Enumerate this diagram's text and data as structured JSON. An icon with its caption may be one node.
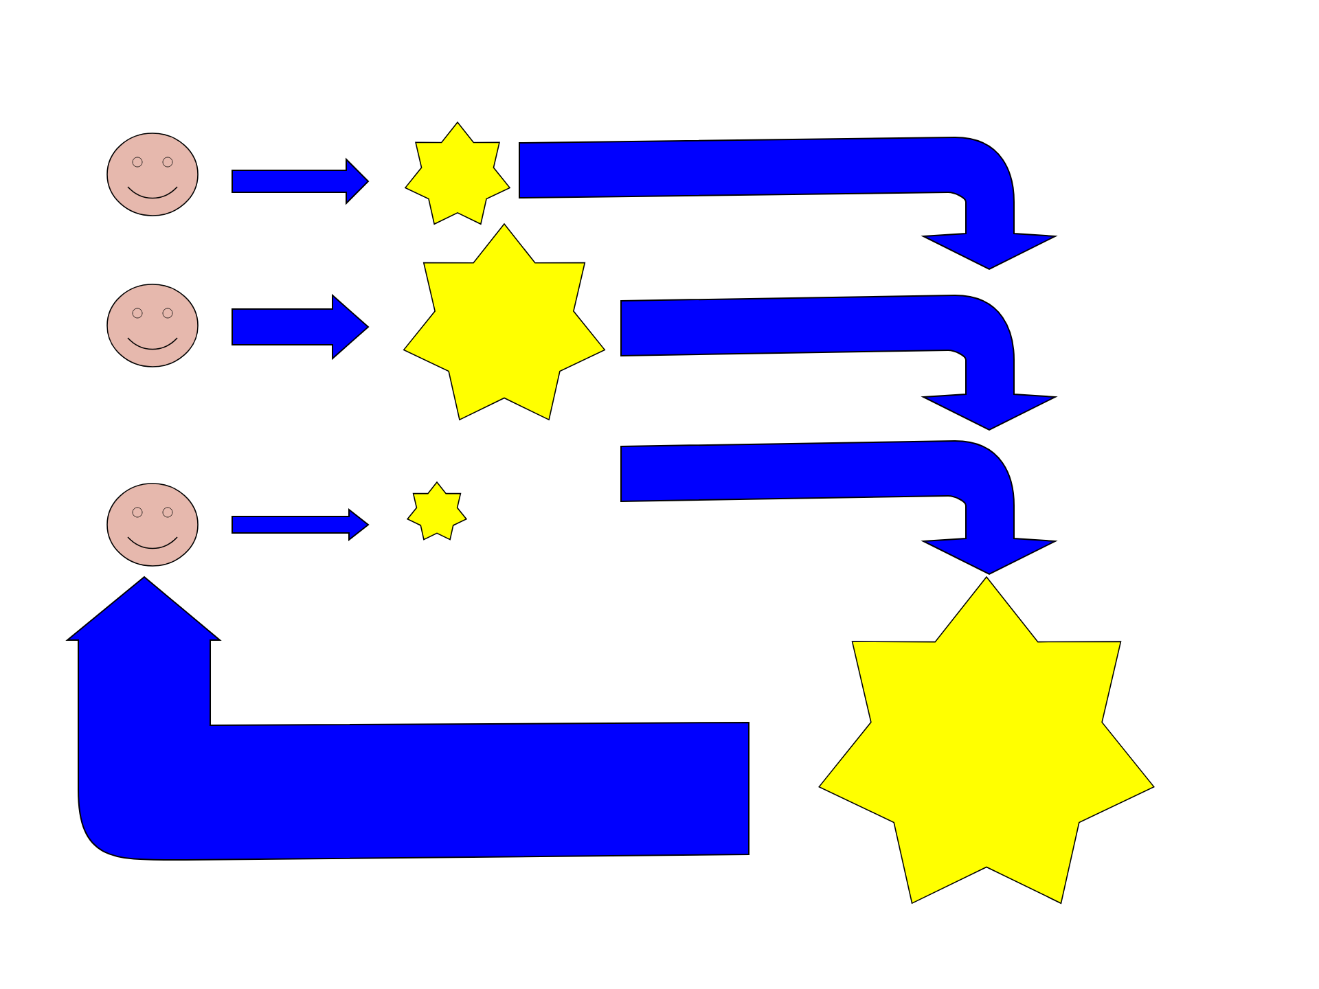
{
  "diagram": {
    "nodes": [
      {
        "text": [],
        "shape": "face"
      },
      {
        "text": [],
        "shape": "star"
      },
      {
        "text": [],
        "shape": "face"
      },
      {
        "text": [],
        "shape": "star"
      },
      {
        "text": [],
        "shape": "face"
      },
      {
        "text": [],
        "shape": "star"
      },
      {
        "text": [],
        "shape": "star"
      }
    ],
    "edges": [
      {
        "from": 0,
        "to": 1,
        "arrow": "to"
      },
      {
        "from": 2,
        "to": 3,
        "arrow": "to"
      },
      {
        "from": 4,
        "to": 5,
        "arrow": "to"
      },
      {
        "from": 1,
        "to": null,
        "arrow": "to"
      },
      {
        "from": 3,
        "to": null,
        "arrow": "to"
      },
      {
        "from": 5,
        "to": 6,
        "arrow": "to"
      },
      {
        "from": 6,
        "to": 4,
        "arrow": "to",
        "style": "thick"
      }
    ]
  }
}
